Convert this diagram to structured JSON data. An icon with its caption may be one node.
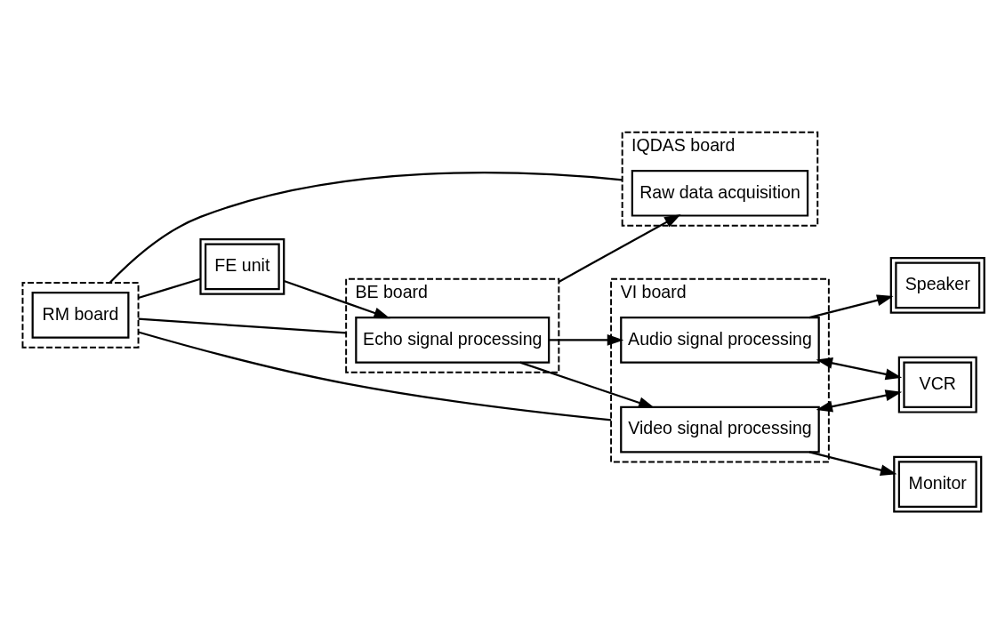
{
  "diagram": {
    "nodes": [
      {
        "text": [],
        "shape": "box"
      },
      {
        "text": [
          "RM board"
        ],
        "in": 0
      },
      {
        "text": [
          "BE board"
        ]
      },
      {
        "text": [
          "Echo signal processing"
        ],
        "in": 2
      },
      {
        "text": [
          "FE unit"
        ]
      },
      {
        "text": [
          "IQDAS board"
        ]
      },
      {
        "text": [
          "Raw data acquisition"
        ],
        "in": 5
      },
      {
        "text": [
          "VI board"
        ]
      },
      {
        "text": [
          "Video signal processing"
        ],
        "in": 7
      },
      {
        "text": [
          "Audio signal processing"
        ],
        "in": 7
      },
      {
        "text": [
          "Monitor"
        ]
      },
      {
        "text": [
          "VCR"
        ]
      },
      {
        "text": [
          "Speaker"
        ]
      }
    ],
    "edges": [
      {
        "from": 0,
        "to": 4,
        "arrow": "none"
      },
      {
        "from": 0,
        "to": 2,
        "arrow": "none"
      },
      {
        "from": 0,
        "to": 5,
        "arrow": "none"
      },
      {
        "from": 0,
        "to": 7,
        "arrow": "none"
      },
      {
        "from": 4,
        "to": 3,
        "arrow": "to"
      },
      {
        "from": 3,
        "to": 8,
        "arrow": "to"
      },
      {
        "from": 3,
        "to": 9,
        "arrow": "to"
      },
      {
        "from": 2,
        "to": 6,
        "arrow": "to"
      },
      {
        "from": 8,
        "to": 10,
        "arrow": "to"
      },
      {
        "from": 8,
        "to": 11,
        "arrow": "both"
      },
      {
        "from": 11,
        "to": 9,
        "arrow": "both"
      },
      {
        "from": 9,
        "to": 12,
        "arrow": "to"
      }
    ]
  }
}
